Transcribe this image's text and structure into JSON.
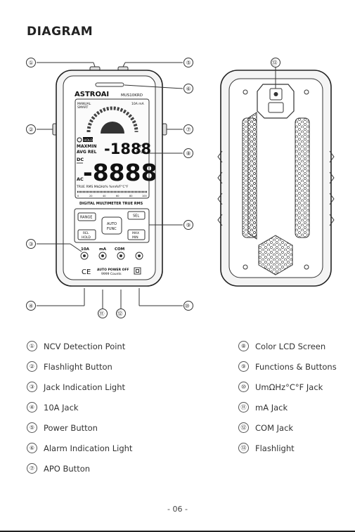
{
  "title": "DIAGRAM",
  "front": {
    "brand": "ASTROAI",
    "model": "MUS10KRD",
    "lcd": {
      "top_left": [
        "MANUAL",
        "SMART"
      ],
      "top_right": "10A   mA",
      "hold": "HOLD",
      "maxmin": "MAXMIN",
      "avgrel": "AVG REL",
      "dc": "DC",
      "ac": "AC",
      "digits_small": "-1888",
      "digits_large": "-8888",
      "unit_temp": "°F°C",
      "unit_hz": "KHz%",
      "bottom_units": "TRUE RMS  MkΩHz%  %mAVF°C°F",
      "scale": [
        "0",
        "20",
        "40",
        "60",
        "80",
        "100"
      ]
    },
    "caption": "DIGITAL MULTIMETER TRUE RMS",
    "buttons": {
      "range": "RANGE",
      "sel": "SEL",
      "auto_func": [
        "AUTO",
        "FUNC"
      ],
      "rel_hold": [
        "REL",
        "HOLD"
      ],
      "max_min": [
        "MAX",
        "MIN"
      ]
    },
    "jacks": [
      "10A",
      "mA",
      "COM"
    ],
    "auto_power_off": [
      "AUTO POWER OFF",
      "9999 Counts"
    ],
    "ce_mark": "CE"
  },
  "callouts": [
    "①",
    "②",
    "③",
    "④",
    "⑤",
    "⑥",
    "⑦",
    "⑧",
    "⑨",
    "⑩",
    "⑪",
    "⑫",
    "⑬"
  ],
  "legend": [
    {
      "num": "①",
      "label": "NCV Detection Point"
    },
    {
      "num": "②",
      "label": "Flashlight Button"
    },
    {
      "num": "③",
      "label": "Jack Indication Light"
    },
    {
      "num": "④",
      "label": "10A Jack"
    },
    {
      "num": "⑤",
      "label": "Power Button"
    },
    {
      "num": "⑥",
      "label": "Alarm Indication Light"
    },
    {
      "num": "⑦",
      "label": "APO Button"
    },
    {
      "num": "⑧",
      "label": "Color LCD Screen"
    },
    {
      "num": "⑨",
      "label": "Functions & Buttons"
    },
    {
      "num": "⑩",
      "label": "UmΩHz°C°F  Jack"
    },
    {
      "num": "⑪",
      "label": "mA Jack"
    },
    {
      "num": "⑫",
      "label": "COM Jack"
    },
    {
      "num": "⑬",
      "label": "Flashlight"
    }
  ],
  "page_number": "- 06 -"
}
